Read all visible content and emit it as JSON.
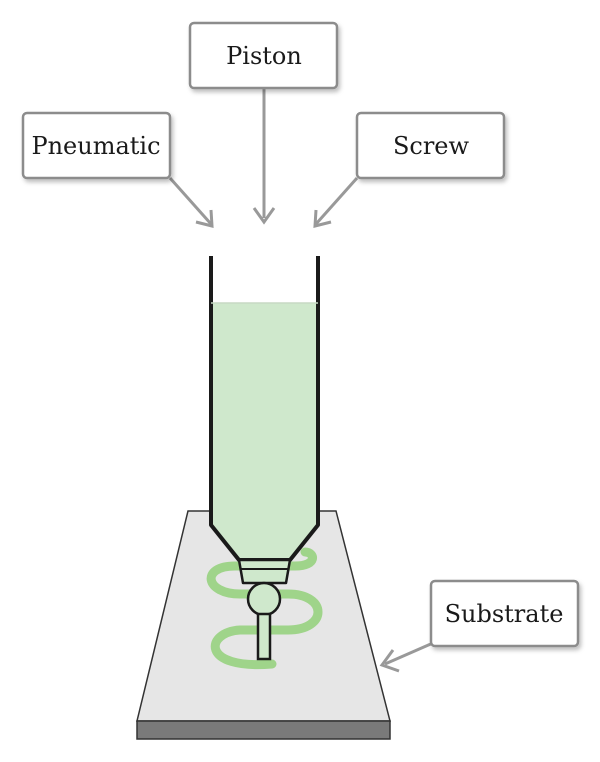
{
  "labels": {
    "piston": "Piston",
    "pneumatic": "Pneumatic",
    "screw": "Screw",
    "substrate": "Substrate"
  },
  "colors": {
    "box_border": "#8c8c8c",
    "arrow": "#999999",
    "syringe_outline": "#1a1a1a",
    "bioink_fill": "#cfe8cc",
    "printed_strand": "#9fd48a",
    "substrate_top": "#e6e6e6",
    "substrate_edge": "#7a7a7a"
  }
}
